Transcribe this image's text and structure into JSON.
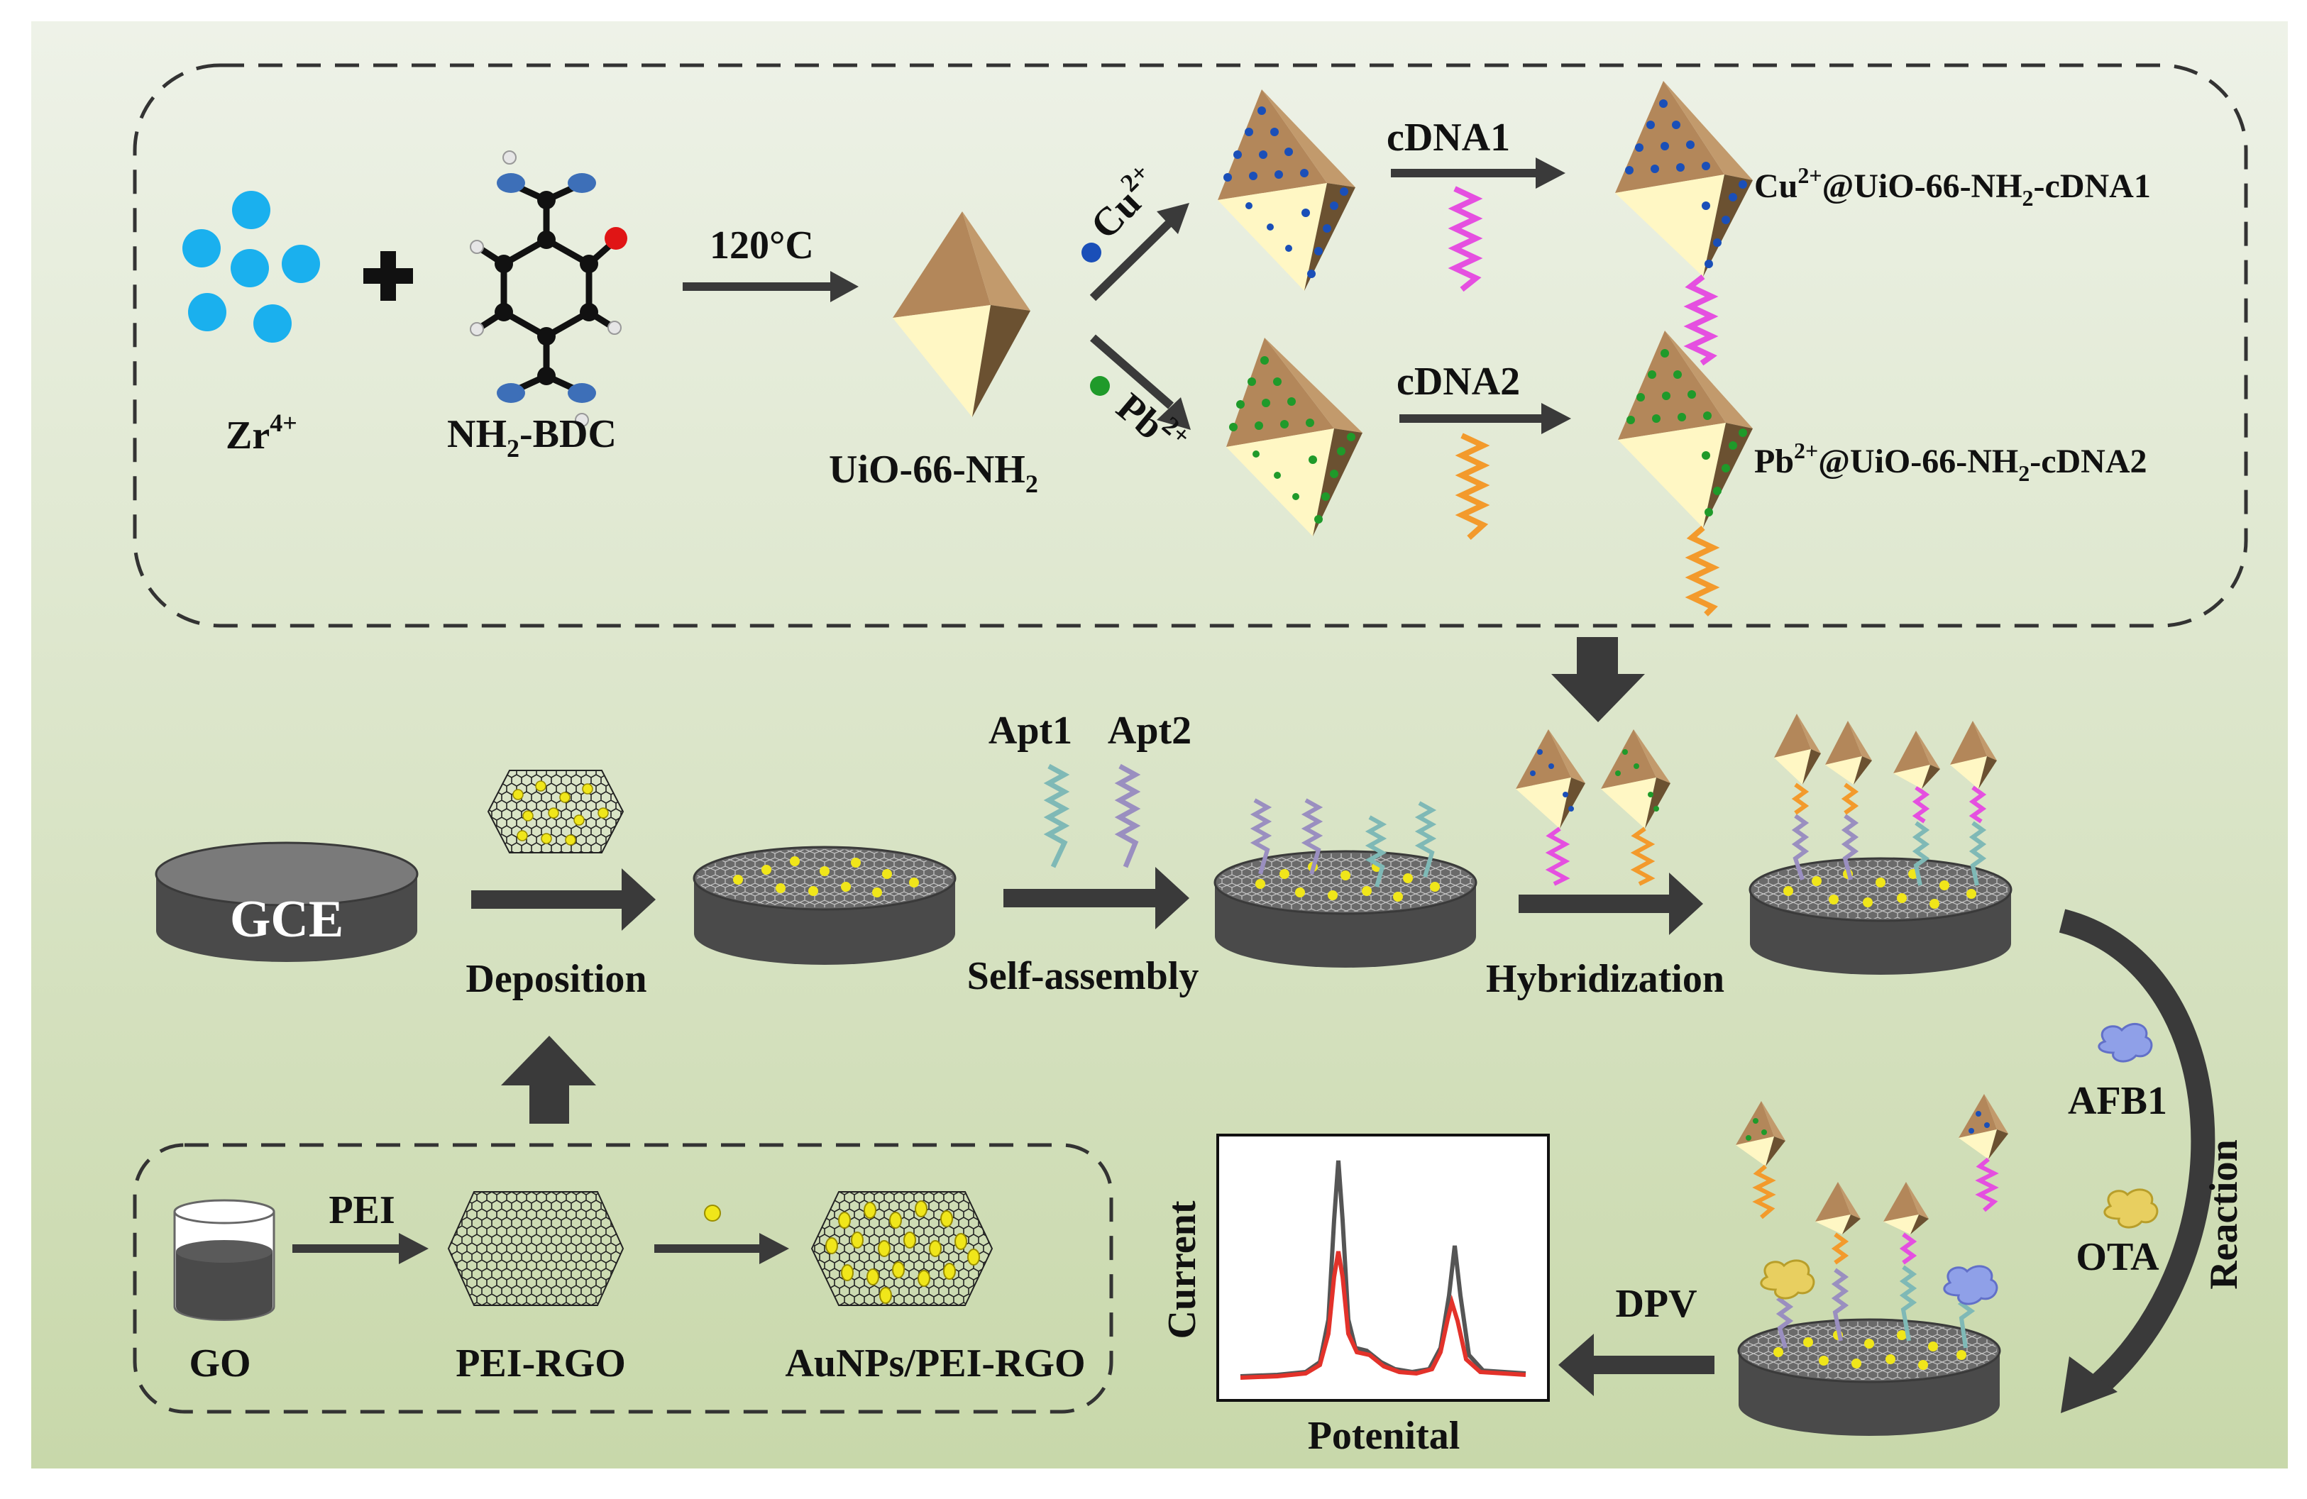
{
  "top_panel": {
    "zr_label": "Zr",
    "zr_sup": "4+",
    "ligand_label_a": "NH",
    "ligand_sub": "2",
    "ligand_label_b": "-BDC",
    "temp_label": "120°C",
    "mof_label_a": "UiO-66-NH",
    "mof_sub": "2",
    "cu_label": "Cu",
    "cu_sup": "2+",
    "pb_label": "Pb",
    "pb_sup": "2+",
    "cdna1_label": "cDNA1",
    "cdna2_label": "cDNA2",
    "probe1_a": "Cu",
    "probe1_sup": "2+",
    "probe1_b": "@UiO-66-NH",
    "probe1_sub": "2",
    "probe1_c": "-cDNA1",
    "probe2_a": "Pb",
    "probe2_sup": "2+",
    "probe2_b": "@UiO-66-NH",
    "probe2_sub": "2",
    "probe2_c": "-cDNA2"
  },
  "middle_row": {
    "gce_label": "GCE",
    "deposition_label": "Deposition",
    "apt1_label": "Apt1",
    "apt2_label": "Apt2",
    "self_assembly_label": "Self-assembly",
    "hybridization_label": "Hybridization"
  },
  "right_side": {
    "afb1_label": "AFB1",
    "ota_label": "OTA",
    "reaction_label": "Reaction"
  },
  "bottom_panel": {
    "go_label": "GO",
    "pei_label": "PEI",
    "pei_rgo_label": "PEI-RGO",
    "aunps_label": "AuNPs/PEI-RGO"
  },
  "dpv": {
    "label": "DPV",
    "ylabel": "Current",
    "xlabel": "Potenital"
  },
  "colors": {
    "background_top": "#e9efe2",
    "background_bottom": "#c9d9ad",
    "arrow": "#3a3a3a",
    "zr_ion": "#1ab0ee",
    "cu_dot": "#1a4fb8",
    "pb_dot": "#1f9a2a",
    "cdna1": "#e54fe0",
    "cdna2": "#f39a2c",
    "apt1": "#7fb9b6",
    "apt2": "#9a8fc0",
    "gold": "#f0e61a",
    "electrode": "#4a4a4a",
    "curve_dark": "#555555",
    "curve_red": "#e3322a"
  }
}
